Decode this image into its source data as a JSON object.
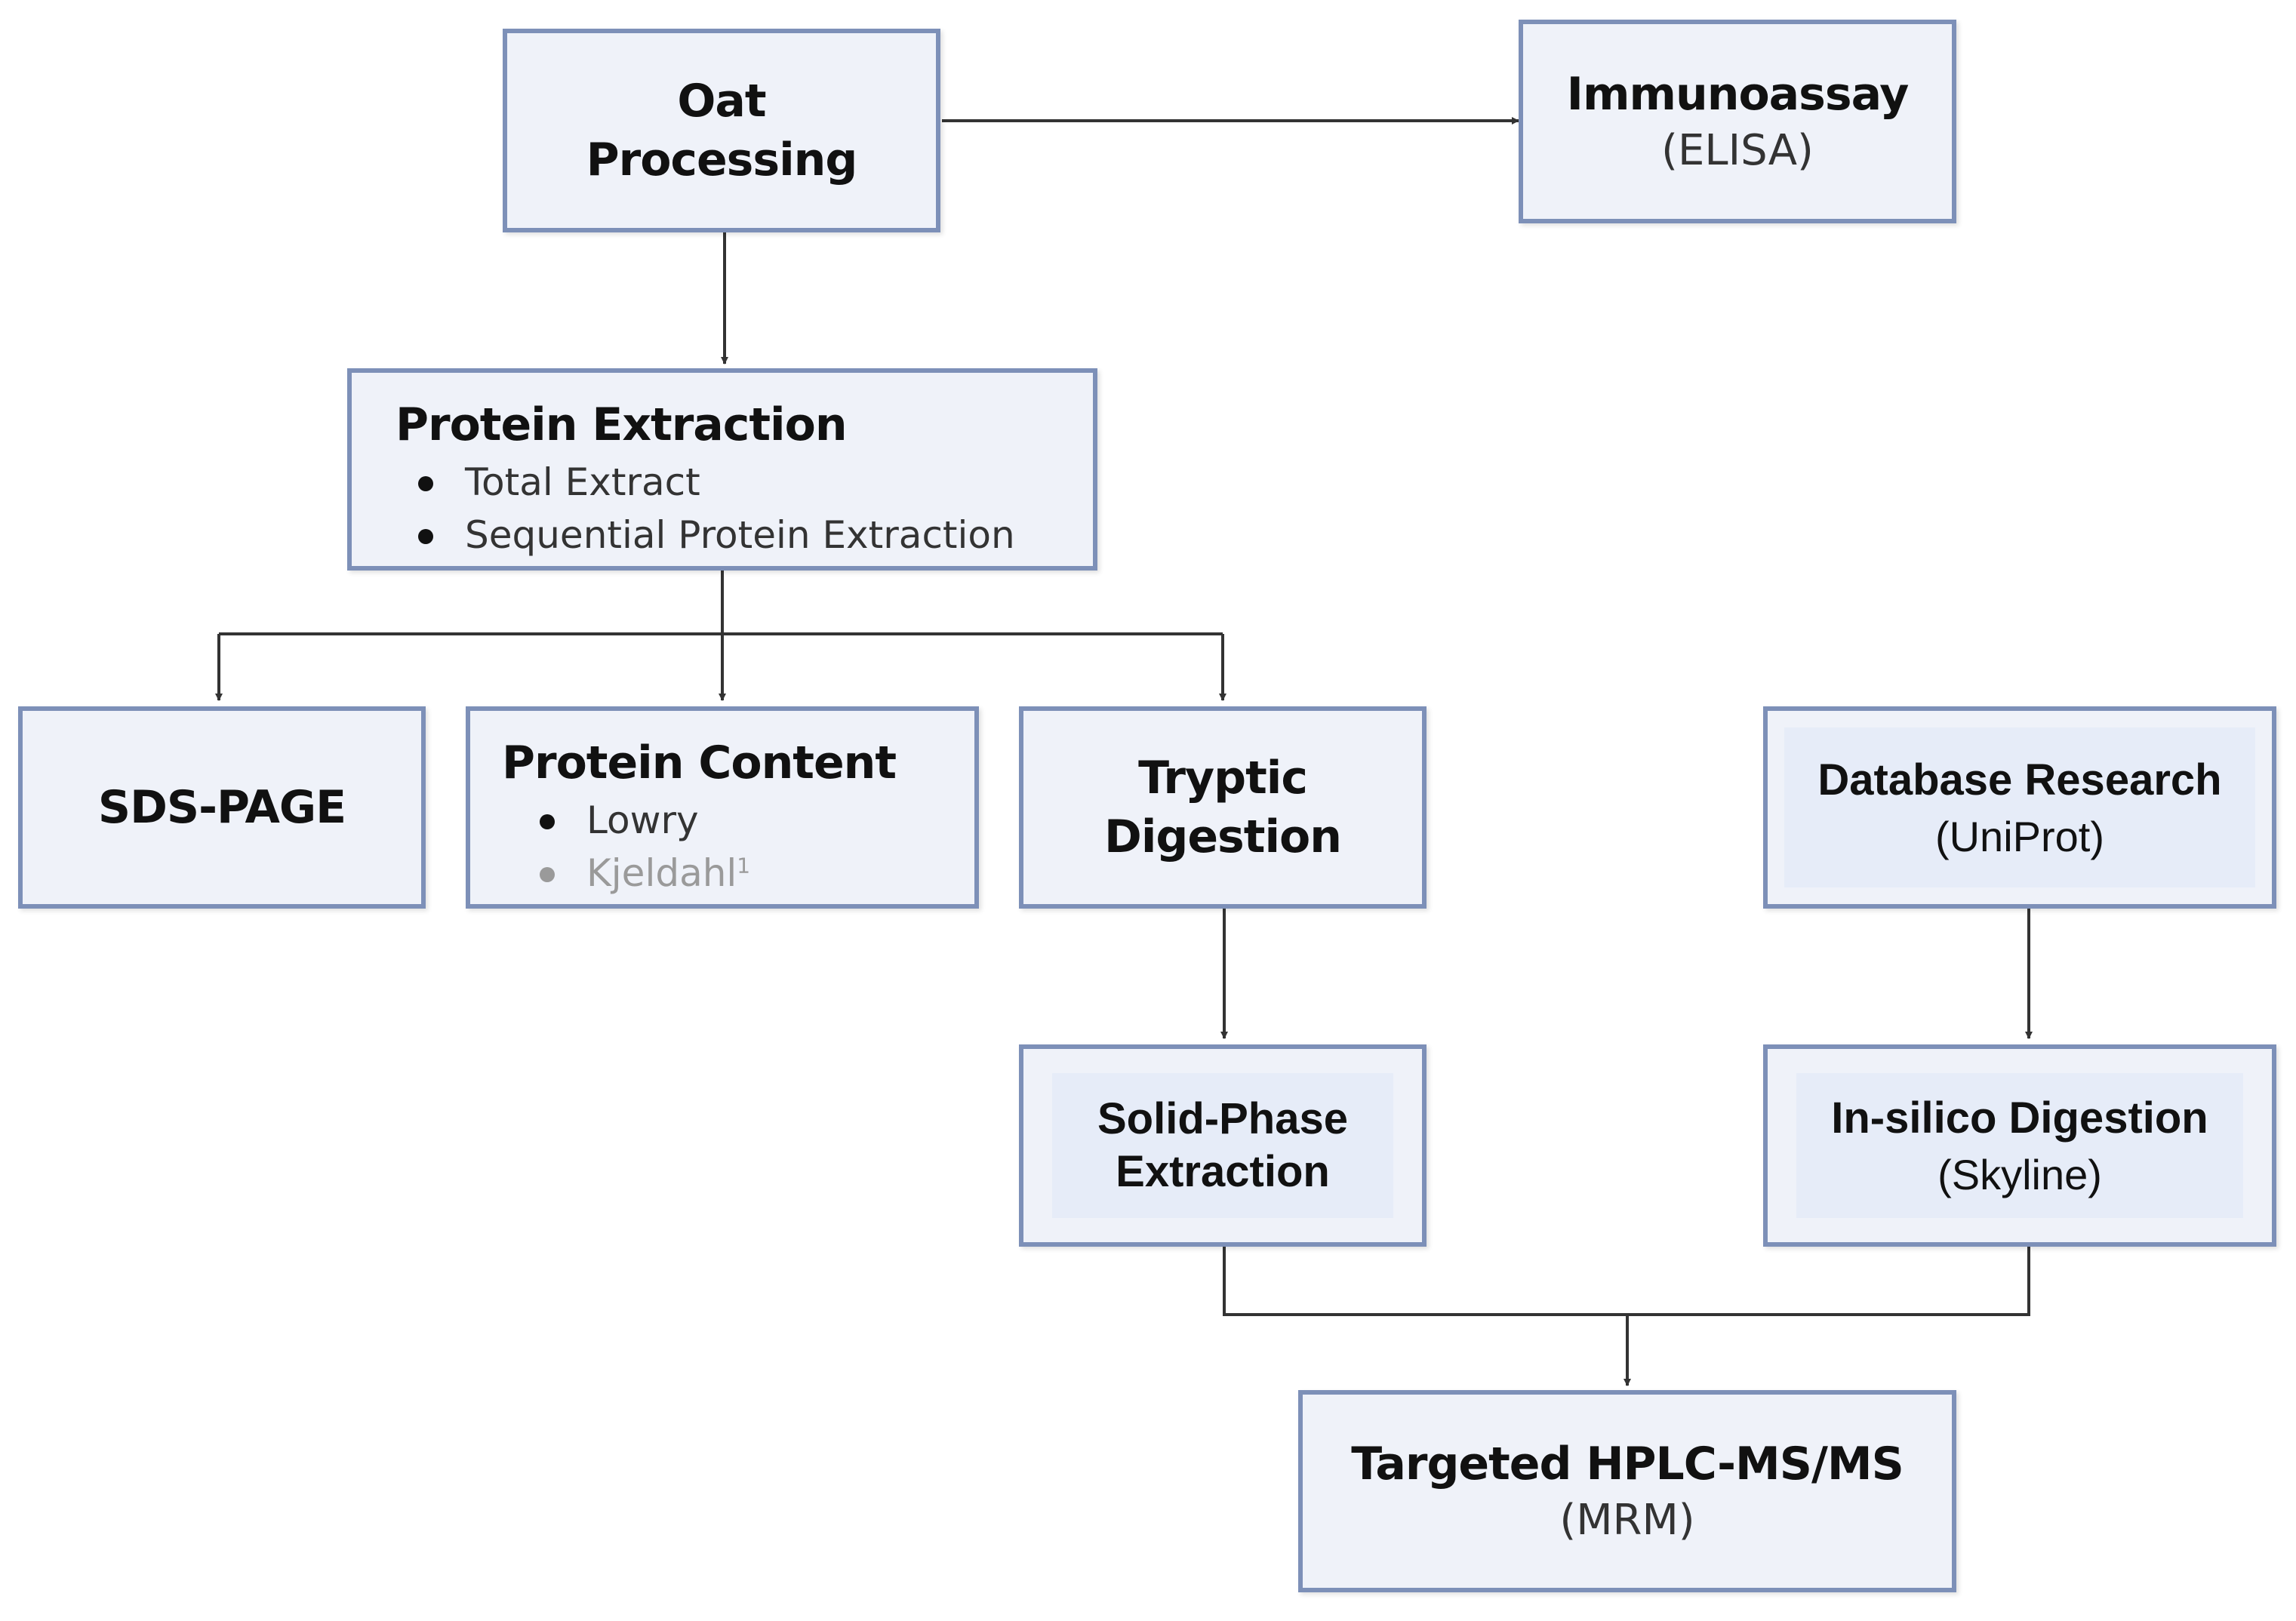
{
  "nodes": {
    "oat": {
      "title_line1": "Oat",
      "title_line2": "Processing"
    },
    "immuno": {
      "title": "Immunoassay",
      "subtitle": "(ELISA)"
    },
    "extraction": {
      "title": "Protein Extraction",
      "items": [
        "Total Extract",
        "Sequential Protein Extraction"
      ]
    },
    "sds": {
      "title": "SDS-PAGE"
    },
    "content": {
      "title": "Protein Content",
      "items": [
        "Lowry",
        "Kjeldahl"
      ],
      "footnote": "1"
    },
    "tryptic": {
      "title_line1": "Tryptic",
      "title_line2": "Digestion"
    },
    "database": {
      "title": "Database Research",
      "subtitle": "(UniProt)"
    },
    "spe": {
      "title_line1": "Solid-Phase",
      "title_line2": "Extraction"
    },
    "insilico": {
      "title": "In-silico Digestion",
      "subtitle": "(Skyline)"
    },
    "hplc": {
      "title": "Targeted HPLC-MS/MS",
      "subtitle": "(MRM)"
    }
  },
  "colors": {
    "box_fill": "#eff2f9",
    "box_border": "#7d90b8",
    "connector": "#333333",
    "muted_text": "#9a9a9a"
  }
}
